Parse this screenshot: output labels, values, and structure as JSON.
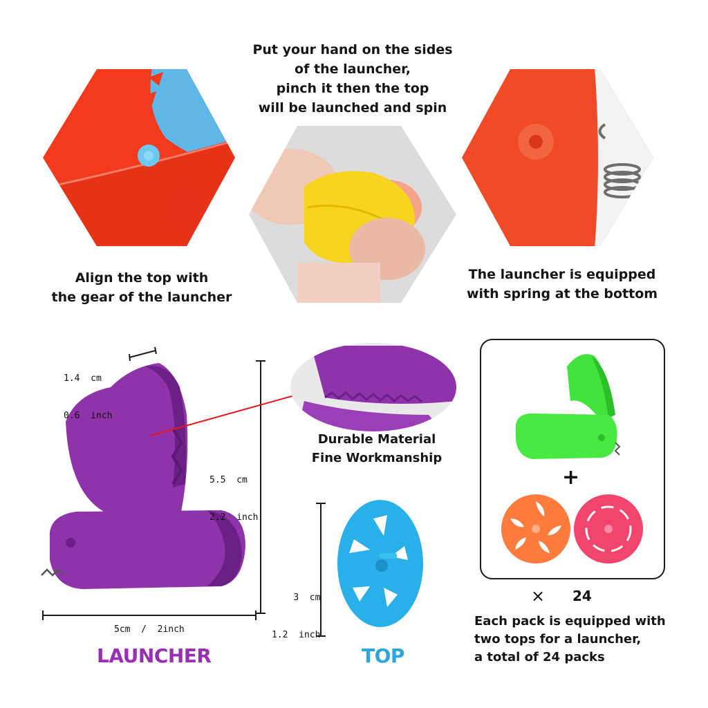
{
  "captions": {
    "middle_top": [
      "Put your hand on the sides",
      "of the launcher,",
      "pinch it then the top",
      "will be launched and spin"
    ],
    "left": [
      "Align the top with",
      "the gear of the launcher"
    ],
    "right": [
      "The launcher is equipped",
      "with spring at the bottom"
    ]
  },
  "dimensions": {
    "thickness": [
      "1.4  cm",
      "0.6  inch"
    ],
    "height": [
      "5.5  cm",
      "2.2  inch"
    ],
    "width": "5cm  /  2inch",
    "top_height": [
      "3  cm",
      "1.2  inch"
    ]
  },
  "material": [
    "Durable Material",
    "Fine Workmanship"
  ],
  "labels": {
    "launcher": "LAUNCHER",
    "top": "TOP"
  },
  "pack": {
    "plus": "+",
    "times": "×",
    "count": "24",
    "description": [
      "Each pack is equipped with",
      "two tops for a launcher,",
      "a total of 24 packs"
    ]
  },
  "colors": {
    "launcher_purple": "#8a2fa6",
    "top_blue": "#29a9e1",
    "red_orange": "#f03a1a",
    "yellow": "#f7d41e",
    "green": "#3fe33a",
    "orange": "#ff7a3d",
    "pink": "#f0406a"
  }
}
